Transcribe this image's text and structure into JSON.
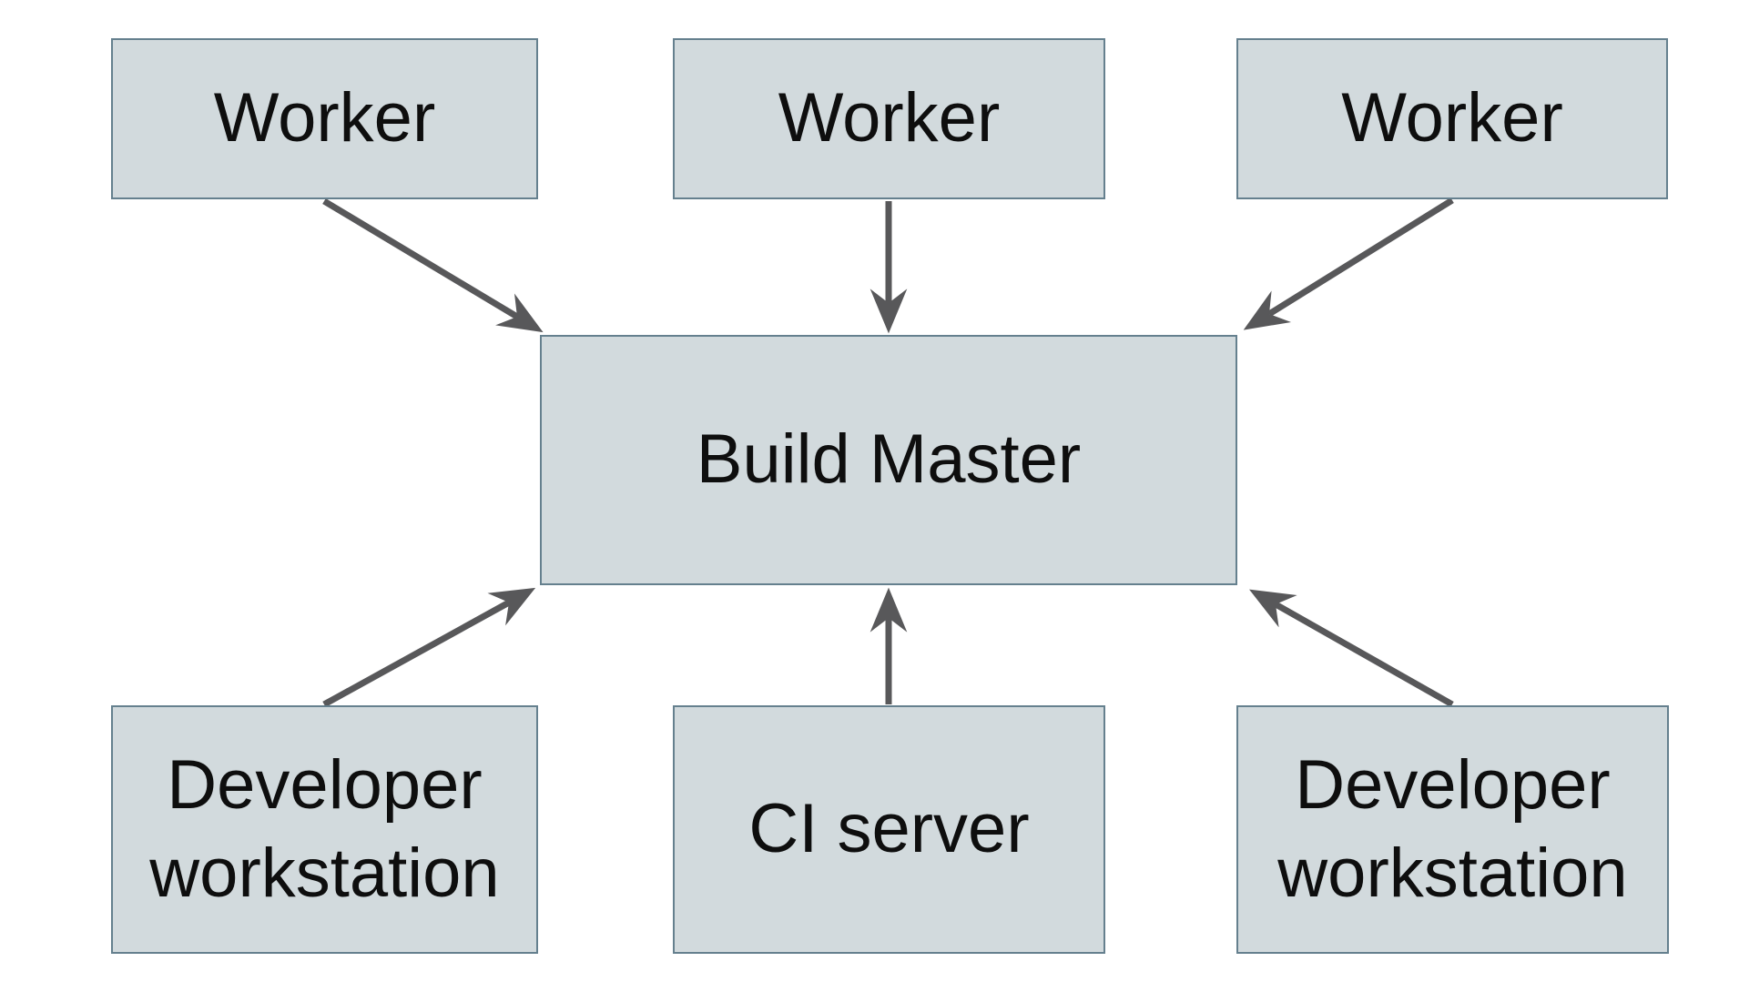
{
  "diagram": {
    "colors": {
      "node_fill": "#d2dadd",
      "node_border": "#65808e",
      "arrow": "#58585a",
      "label": "#0e0e0e",
      "background": "#ffffff"
    },
    "nodes": [
      {
        "id": "worker-left",
        "label": "Worker"
      },
      {
        "id": "worker-middle",
        "label": "Worker"
      },
      {
        "id": "worker-right",
        "label": "Worker"
      },
      {
        "id": "build-master",
        "label": "Build Master"
      },
      {
        "id": "developer-workstation-left",
        "label": "Developer workstation"
      },
      {
        "id": "ci-server",
        "label": "CI server"
      },
      {
        "id": "developer-workstation-right",
        "label": "Developer workstation"
      }
    ],
    "edges": [
      {
        "from": "worker-left",
        "to": "build-master"
      },
      {
        "from": "worker-middle",
        "to": "build-master"
      },
      {
        "from": "worker-right",
        "to": "build-master"
      },
      {
        "from": "developer-workstation-left",
        "to": "build-master"
      },
      {
        "from": "ci-server",
        "to": "build-master"
      },
      {
        "from": "developer-workstation-right",
        "to": "build-master"
      }
    ]
  }
}
